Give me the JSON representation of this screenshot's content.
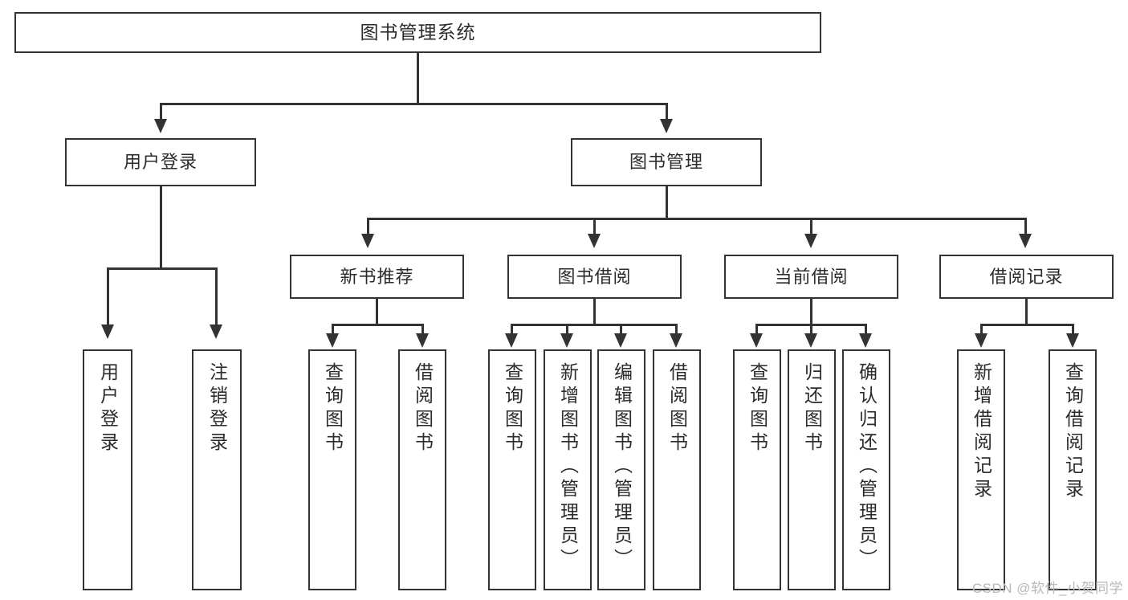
{
  "diagram": {
    "type": "tree-hierarchy",
    "title": "图书管理系统",
    "root": {
      "label": "图书管理系统"
    },
    "level2": [
      {
        "id": "user-login",
        "label": "用户登录"
      },
      {
        "id": "book-manage",
        "label": "图书管理"
      }
    ],
    "level3": [
      {
        "id": "new-book-recommend",
        "label": "新书推荐",
        "parent": "book-manage"
      },
      {
        "id": "book-borrow",
        "label": "图书借阅",
        "parent": "book-manage"
      },
      {
        "id": "current-borrow",
        "label": "当前借阅",
        "parent": "book-manage"
      },
      {
        "id": "borrow-record",
        "label": "借阅记录",
        "parent": "book-manage"
      }
    ],
    "leaves": {
      "user_login": [
        {
          "id": "leaf-user-login",
          "label": "用户登录"
        },
        {
          "id": "leaf-user-logout",
          "label": "注销登录"
        }
      ],
      "new_book_recommend": [
        {
          "id": "leaf-query-book-1",
          "label": "查询图书"
        },
        {
          "id": "leaf-borrow-book-1",
          "label": "借阅图书"
        }
      ],
      "book_borrow": [
        {
          "id": "leaf-query-book-2",
          "label": "查询图书"
        },
        {
          "id": "leaf-add-book",
          "label": "新增图书（管理员）"
        },
        {
          "id": "leaf-edit-book",
          "label": "编辑图书（管理员）"
        },
        {
          "id": "leaf-borrow-book-2",
          "label": "借阅图书"
        }
      ],
      "current_borrow": [
        {
          "id": "leaf-query-book-3",
          "label": "查询图书"
        },
        {
          "id": "leaf-return-book",
          "label": "归还图书"
        },
        {
          "id": "leaf-confirm-return",
          "label": "确认归还（管理员）"
        }
      ],
      "borrow_record": [
        {
          "id": "leaf-add-record",
          "label": "新增借阅记录"
        },
        {
          "id": "leaf-query-record",
          "label": "查询借阅记录"
        }
      ]
    }
  },
  "watermark": {
    "text": "CSDN @软件_小贺同学"
  },
  "colors": {
    "stroke": "#333333",
    "background": "#ffffff",
    "text": "#2b2b2b",
    "watermark": "#b9b9b9"
  }
}
